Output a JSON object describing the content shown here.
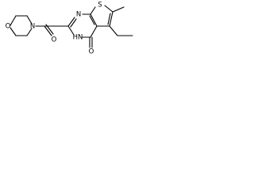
{
  "structure": {
    "atoms": {
      "ring_oxygen": "O",
      "morpholine_nitrogen": "N",
      "amide_oxygen": "O",
      "pyrimidine_nitrogen": "N",
      "nh_group": "HN",
      "sulfur": "S",
      "carbonyl_oxygen": "O"
    }
  },
  "colors": {
    "bond": "#000000",
    "label": "#000000",
    "background": "#ffffff"
  }
}
